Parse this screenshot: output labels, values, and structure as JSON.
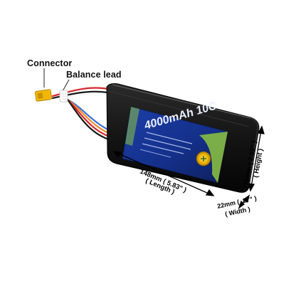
{
  "callouts": {
    "connector": "Connector",
    "balance_lead": "Balance lead"
  },
  "battery_label": {
    "capacity": "4000mAh 10C",
    "spec_lines": [
      "",
      "",
      ""
    ],
    "badge": ""
  },
  "dimensions": {
    "length": {
      "value": "148mm ( 5.83\" )",
      "name": "( Length )"
    },
    "height": {
      "value": "72mm ( 2.83\" )",
      "name": "( Height )"
    },
    "width": {
      "value": "22mm ( .87\" )",
      "name": "( Width )"
    }
  },
  "colors": {
    "battery_body": "#141414",
    "label_blue": "#1d3ea8",
    "label_green": "#8ec63f",
    "connector_yellow": "#f2b705",
    "wire_red": "#d8262a",
    "wire_orange": "#f08a24",
    "wire_blue": "#3a6fd8",
    "dimension_line": "#000000"
  }
}
